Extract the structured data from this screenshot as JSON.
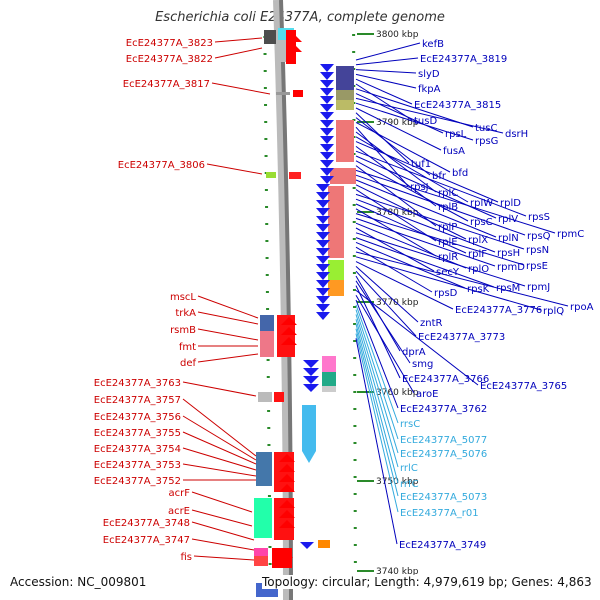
{
  "title": "Escherichia coli E24377A, complete genome",
  "accession_text": "Accession: NC_009801",
  "topology_text": "Topology: circular; Length: 4,979,619 bp; Genes: 4,863",
  "colors": {
    "left_label": "#cc0000",
    "right_label": "#0000bb",
    "rna_label": "#33aadd"
  },
  "ticks": [
    "3800 kbp",
    "3790 kbp",
    "3780 kbp",
    "3770 kbp",
    "3760 kbp",
    "3750 kbp",
    "3740 kbp"
  ],
  "left_labels": [
    "EcE24377A_3823",
    "EcE24377A_3822",
    "EcE24377A_3817",
    "EcE24377A_3806",
    "mscL",
    "trkA",
    "rsmB",
    "fmt",
    "def",
    "EcE24377A_3763",
    "EcE24377A_3757",
    "EcE24377A_3756",
    "EcE24377A_3755",
    "EcE24377A_3754",
    "EcE24377A_3753",
    "EcE24377A_3752",
    "acrF",
    "acrE",
    "EcE24377A_3748",
    "EcE24377A_3747",
    "fis"
  ],
  "right_labels": [
    "kefB",
    "EcE24377A_3819",
    "slyD",
    "fkpA",
    "EcE24377A_3815",
    "tusD",
    "tusC",
    "rpsL",
    "dsrH",
    "rpsG",
    "fusA",
    "tuf1",
    "bfr",
    "bfd",
    "rpsJ",
    "rplC",
    "rplW",
    "rplD",
    "rplB",
    "rpsS",
    "rplV",
    "rpsC",
    "rplP",
    "rpmC",
    "rpsQ",
    "rplN",
    "rplX",
    "rplE",
    "rpsN",
    "rpsH",
    "rplF",
    "rplR",
    "rpsE",
    "rpmD",
    "rplO",
    "secY",
    "rpmJ",
    "rpsM",
    "rpsK",
    "rpsD",
    "rpoA",
    "rplQ",
    "EcE24377A_3776",
    "zntR",
    "EcE24377A_3773",
    "dprA",
    "smg",
    "EcE24377A_3766",
    "EcE24377A_3765",
    "aroE",
    "EcE24377A_3762",
    "rrsC",
    "EcE24377A_5077",
    "EcE24377A_5076",
    "rrlC",
    "rrfC",
    "EcE24377A_5073",
    "EcE24377A_r01",
    "EcE24377A_3749"
  ],
  "rna_labels": [
    "rrsC",
    "EcE24377A_5077",
    "EcE24377A_5076",
    "rrlC",
    "rrfC",
    "EcE24377A_5073",
    "EcE24377A_r01"
  ]
}
